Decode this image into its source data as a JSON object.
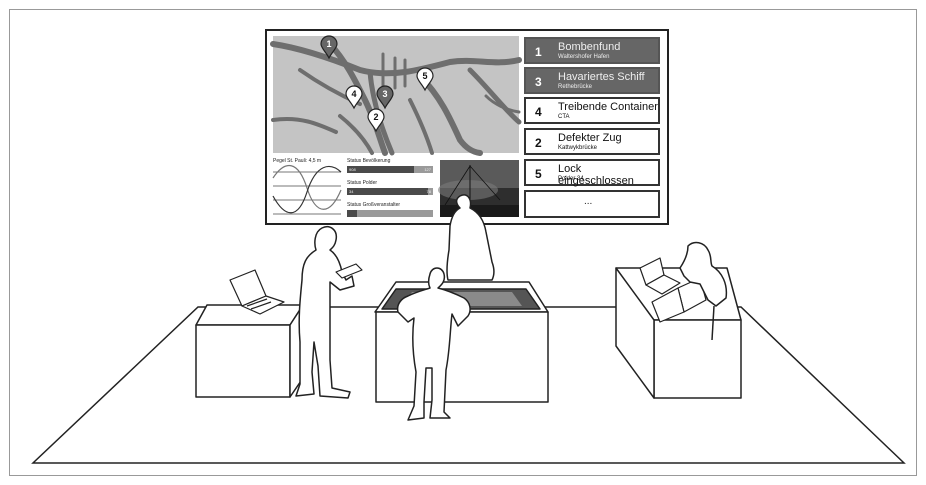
{
  "wall": {
    "gauge_label": "Pegel St. Pauli: 4,5 m",
    "status": [
      {
        "title": "Status Bevölkerung",
        "left_value": "908",
        "right_value": "127",
        "fill": 0.78
      },
      {
        "title": "Status Polder",
        "left_value": "34",
        "right_value": "78",
        "fill": 0.94
      },
      {
        "title": "Status Großveranstalter",
        "left_value": "",
        "right_value": "",
        "fill": 0.12
      }
    ],
    "map_markers": [
      "1",
      "2",
      "3",
      "4",
      "5"
    ],
    "incidents": [
      {
        "number": "1",
        "title": "Bombenfund",
        "subtitle": "Waltershofer Hafen",
        "active": true
      },
      {
        "number": "3",
        "title": "Havariertes Schiff",
        "subtitle": "Rethebrücke",
        "active": true
      },
      {
        "number": "4",
        "title": "Treibende Container",
        "subtitle": "CTA",
        "active": false
      },
      {
        "number": "2",
        "title": "Defekter Zug",
        "subtitle": "Kattwykbrücke",
        "active": false
      },
      {
        "number": "5",
        "title": "Lock eingeschlossen",
        "subtitle": "Polder 34",
        "active": false
      }
    ],
    "more_label": "..."
  },
  "colors": {
    "map_bg": "#c4c4c4",
    "road": "#6e6e6e",
    "active_item": "#666666",
    "silhouette": "#ffffff",
    "outline": "#222222"
  },
  "icons": [
    "laptop-icon",
    "tablet-icon",
    "map-pin-icon"
  ]
}
